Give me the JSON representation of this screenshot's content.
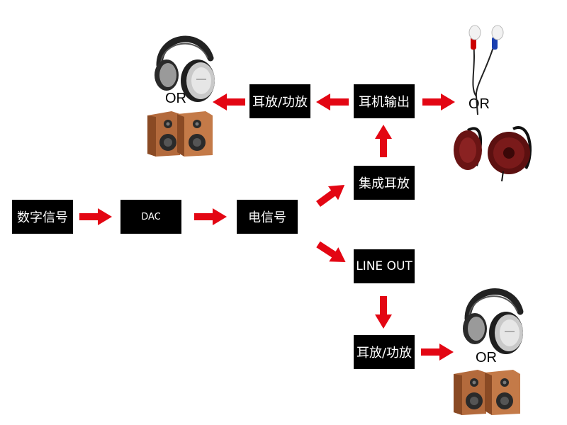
{
  "nodes": {
    "digital_signal": "数字信号",
    "dac": "DAC",
    "electric_signal": "电信号",
    "integrated_amp": "集成耳放",
    "line_out": "LINE OUT",
    "headphone_out": "耳机输出",
    "amp_top": "耳放/功放",
    "amp_bottom": "耳放/功放"
  },
  "labels": {
    "or_top_left": "OR",
    "or_top_right": "OR",
    "or_bottom": "OR"
  },
  "colors": {
    "arrow": "#e30613",
    "box": "#000000",
    "box_text": "#ffffff"
  },
  "icons": [
    "over-ear-headphones-icon",
    "bookshelf-speakers-icon",
    "in-ear-earphones-icon",
    "clip-on-earphones-icon"
  ]
}
